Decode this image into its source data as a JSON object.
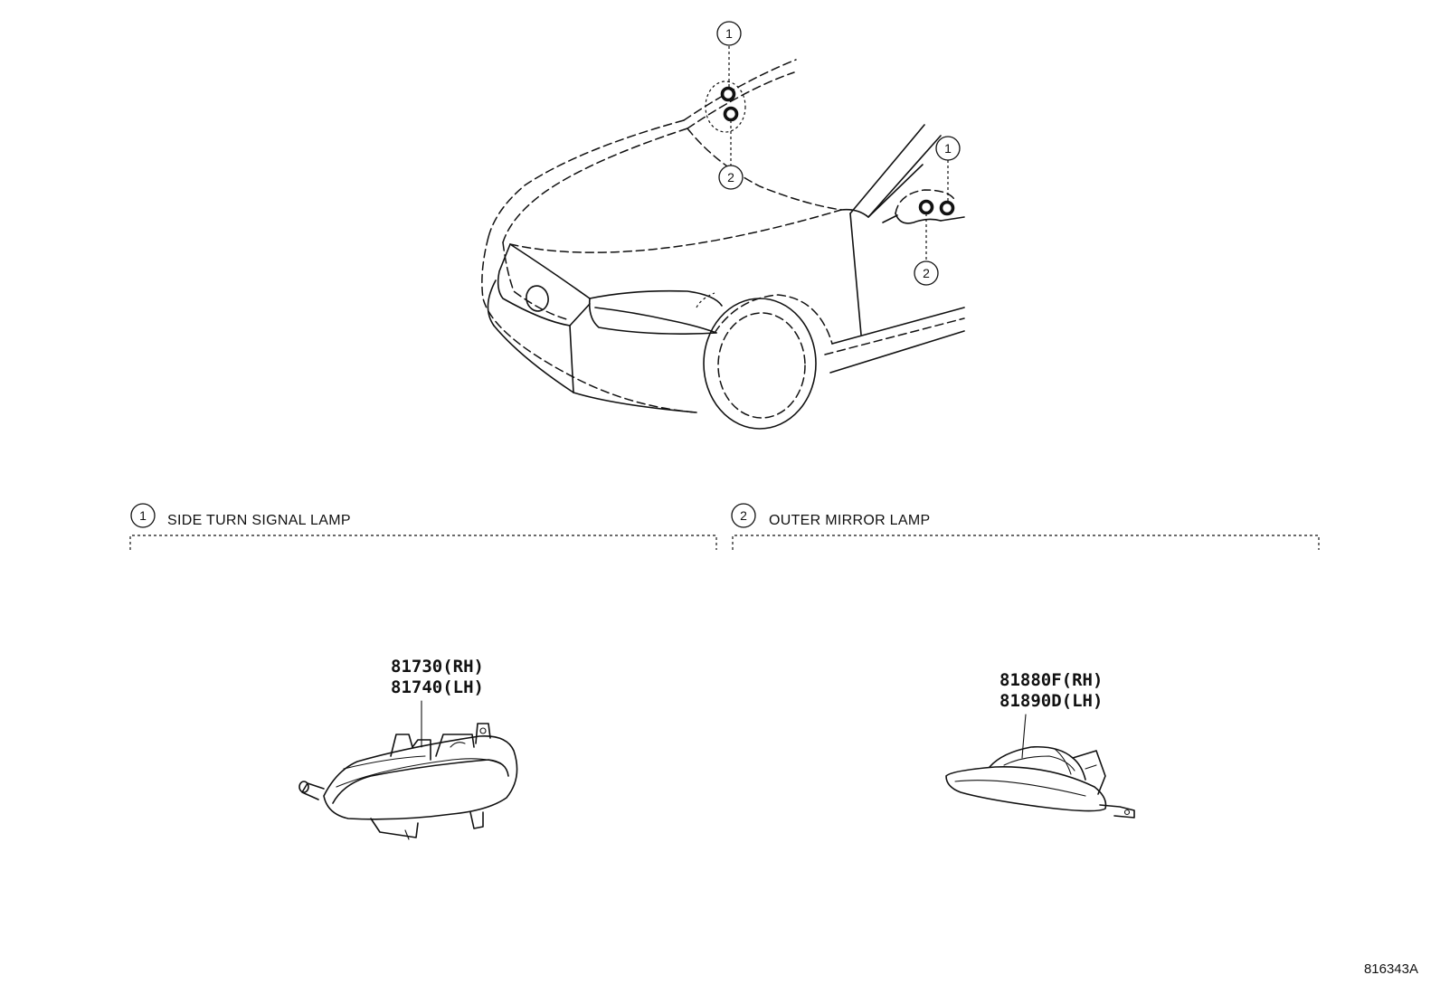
{
  "car_callouts": {
    "hood_top": "1",
    "hood_bottom": "2",
    "door_top": "1",
    "door_bottom": "2"
  },
  "sections": [
    {
      "number": "1",
      "title": "SIDE TURN SIGNAL LAMP"
    },
    {
      "number": "2",
      "title": "OUTER MIRROR LAMP"
    }
  ],
  "parts": {
    "turn_signal": {
      "rh": "81730(RH)",
      "lh": "81740(LH)"
    },
    "mirror_lamp": {
      "rh": "81880F(RH)",
      "lh": "81890D(LH)"
    }
  },
  "document_id": "816343A"
}
